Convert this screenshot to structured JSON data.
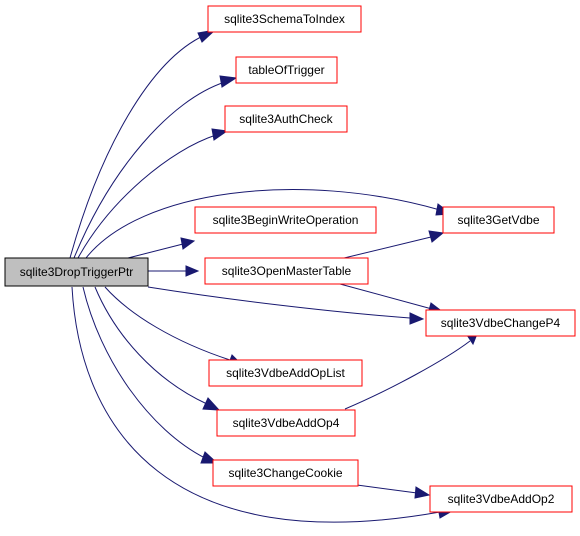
{
  "graph": {
    "root": "sqlite3DropTriggerPtr",
    "nodes": {
      "root": "sqlite3DropTriggerPtr",
      "schema_to_index": "sqlite3SchemaToIndex",
      "table_of_trigger": "tableOfTrigger",
      "auth_check": "sqlite3AuthCheck",
      "begin_write_operation": "sqlite3BeginWriteOperation",
      "get_vdbe": "sqlite3GetVdbe",
      "open_master_table": "sqlite3OpenMasterTable",
      "vdbe_change_p4": "sqlite3VdbeChangeP4",
      "vdbe_add_op_list": "sqlite3VdbeAddOpList",
      "vdbe_add_op4": "sqlite3VdbeAddOp4",
      "change_cookie": "sqlite3ChangeCookie",
      "vdbe_add_op2": "sqlite3VdbeAddOp2"
    },
    "edges": [
      [
        "root",
        "schema_to_index"
      ],
      [
        "root",
        "table_of_trigger"
      ],
      [
        "root",
        "auth_check"
      ],
      [
        "root",
        "get_vdbe"
      ],
      [
        "root",
        "begin_write_operation"
      ],
      [
        "root",
        "open_master_table"
      ],
      [
        "root",
        "vdbe_change_p4"
      ],
      [
        "root",
        "vdbe_add_op_list"
      ],
      [
        "root",
        "vdbe_add_op4"
      ],
      [
        "root",
        "change_cookie"
      ],
      [
        "root",
        "vdbe_add_op2"
      ],
      [
        "open_master_table",
        "get_vdbe"
      ],
      [
        "open_master_table",
        "vdbe_change_p4"
      ],
      [
        "vdbe_add_op4",
        "vdbe_change_p4"
      ],
      [
        "change_cookie",
        "vdbe_add_op2"
      ]
    ],
    "colors": {
      "edge": "#191970",
      "node_border": "#ff0000",
      "root_fill": "#bfbfbf",
      "root_border": "#000000"
    }
  }
}
